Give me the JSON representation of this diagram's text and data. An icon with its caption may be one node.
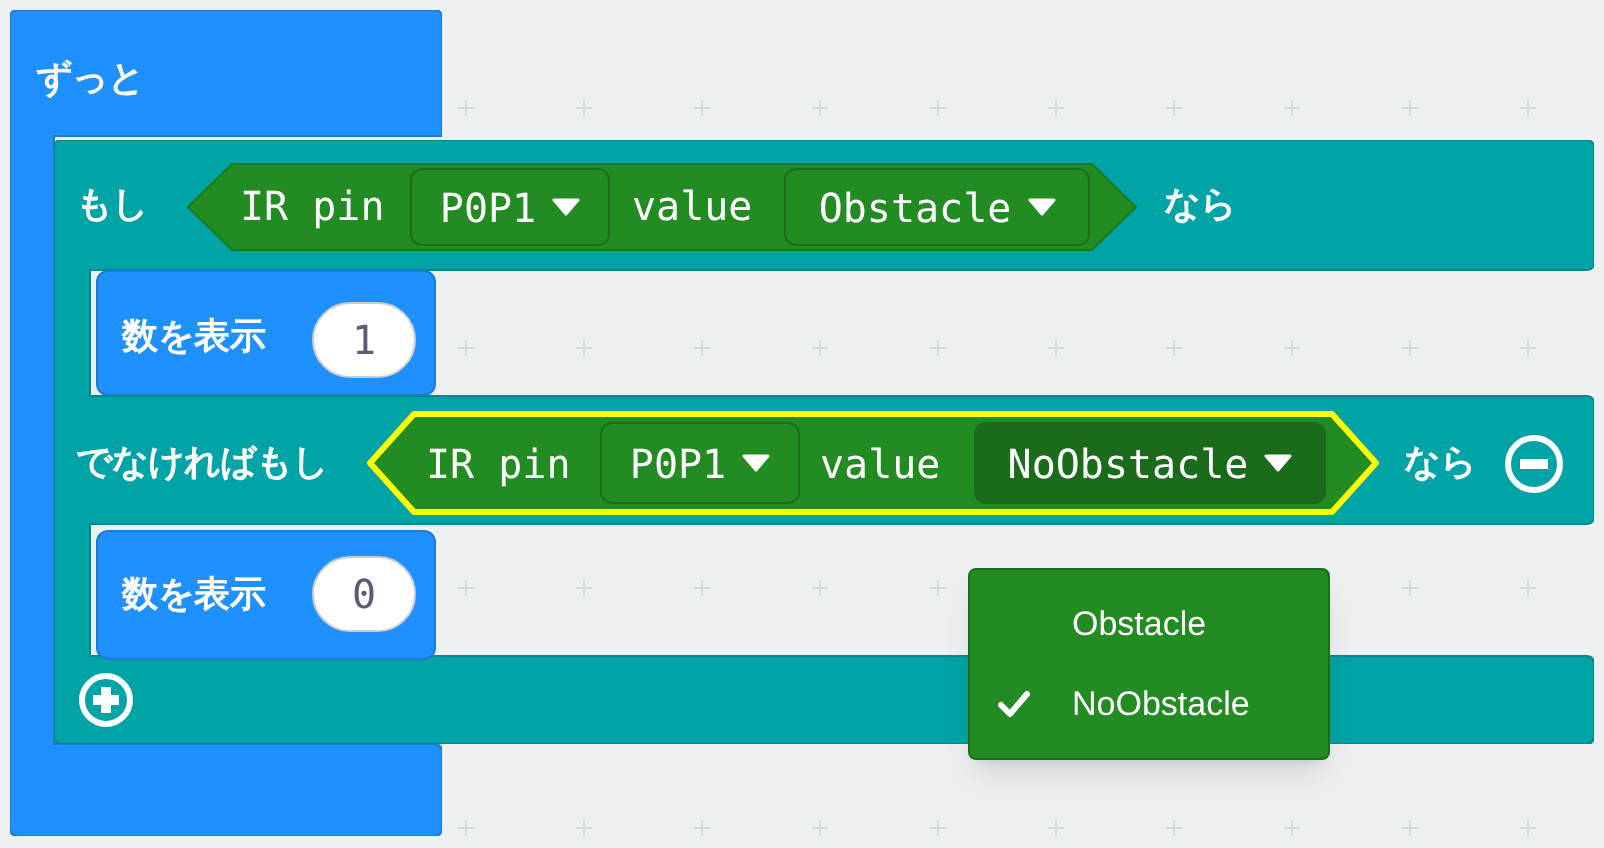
{
  "diagram": {
    "nodes": [
      {
        "text": [
          "ずっと"
        ]
      },
      {
        "text": [
          "もし",
          "なら",
          "でなければもし",
          "なら"
        ]
      },
      {
        "text": [
          "IR pin",
          "value"
        ],
        "in": 1
      },
      {
        "text": [
          "P0P1"
        ],
        "in": 2
      },
      {
        "text": [
          "Obstacle"
        ],
        "in": 2
      },
      {
        "text": [
          "数を表示"
        ],
        "in": 1
      },
      {
        "text": [
          "1"
        ],
        "in": 5
      },
      {
        "text": [
          "IR pin",
          "value"
        ],
        "in": 1
      },
      {
        "text": [
          "P0P1"
        ],
        "in": 7
      },
      {
        "text": [
          "NoObstacle"
        ],
        "in": 7
      },
      {
        "text": [
          "数を表示"
        ],
        "in": 1
      },
      {
        "text": [
          "0"
        ],
        "in": 10
      },
      {
        "text": [
          "Obstacle",
          "NoObstacle"
        ]
      }
    ]
  }
}
